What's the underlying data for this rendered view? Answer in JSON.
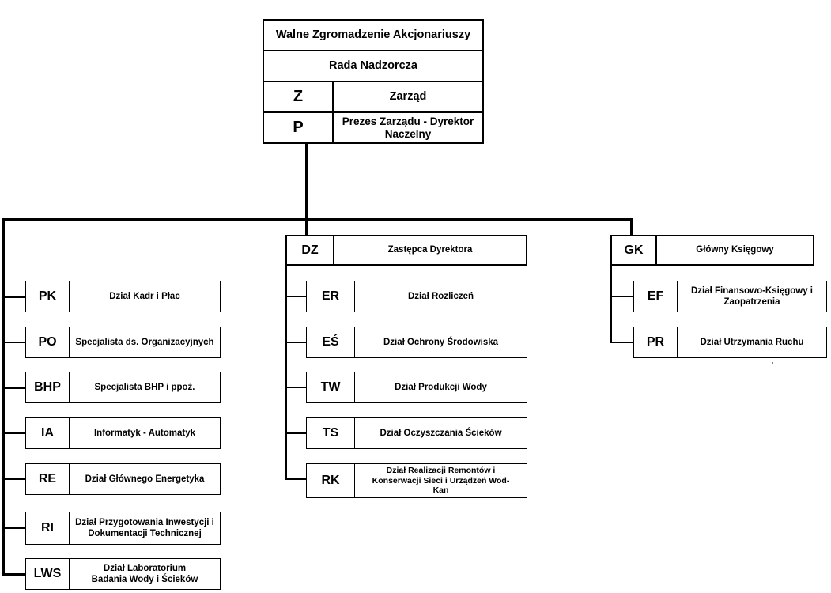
{
  "top": {
    "walne": "Walne Zgromadzenie Akcjonariuszy",
    "rada": "Rada Nadzorcza",
    "zarzad_code": "Z",
    "zarzad_name": "Zarząd",
    "prezes_code": "P",
    "prezes_name": "Prezes Zarządu - Dyrektor Naczelny"
  },
  "left_column": [
    {
      "code": "PK",
      "name": "Dział Kadr i Płac"
    },
    {
      "code": "PO",
      "name": "Specjalista ds. Organizacyjnych"
    },
    {
      "code": "BHP",
      "name": "Specjalista BHP i ppoż."
    },
    {
      "code": "IA",
      "name": "Informatyk - Automatyk"
    },
    {
      "code": "RE",
      "name": "Dział Głównego Energetyka"
    },
    {
      "code": "RI",
      "name": "Dział Przygotowania Inwestycji i Dokumentacji Technicznej"
    },
    {
      "code": "LWS",
      "name": "Dział Laboratorium Badania Wody i Ścieków"
    }
  ],
  "dz": {
    "code": "DZ",
    "name": "Zastępca Dyrektora",
    "units": [
      {
        "code": "ER",
        "name": "Dział Rozliczeń"
      },
      {
        "code": "EŚ",
        "name": "Dział Ochrony Środowiska"
      },
      {
        "code": "TW",
        "name": "Dział Produkcji Wody"
      },
      {
        "code": "TS",
        "name": "Dział Oczyszczania Ścieków"
      },
      {
        "code": "RK",
        "name": "Dział Realizacji Remontów i Konserwacji Sieci i Urządzeń Wod-Kan"
      }
    ]
  },
  "gk": {
    "code": "GK",
    "name": "Główny Księgowy",
    "units": [
      {
        "code": "EF",
        "name": "Dział Finansowo-Księgowy i Zaopatrzenia"
      },
      {
        "code": "PR",
        "name": "Dział Utrzymania Ruchu"
      }
    ]
  }
}
